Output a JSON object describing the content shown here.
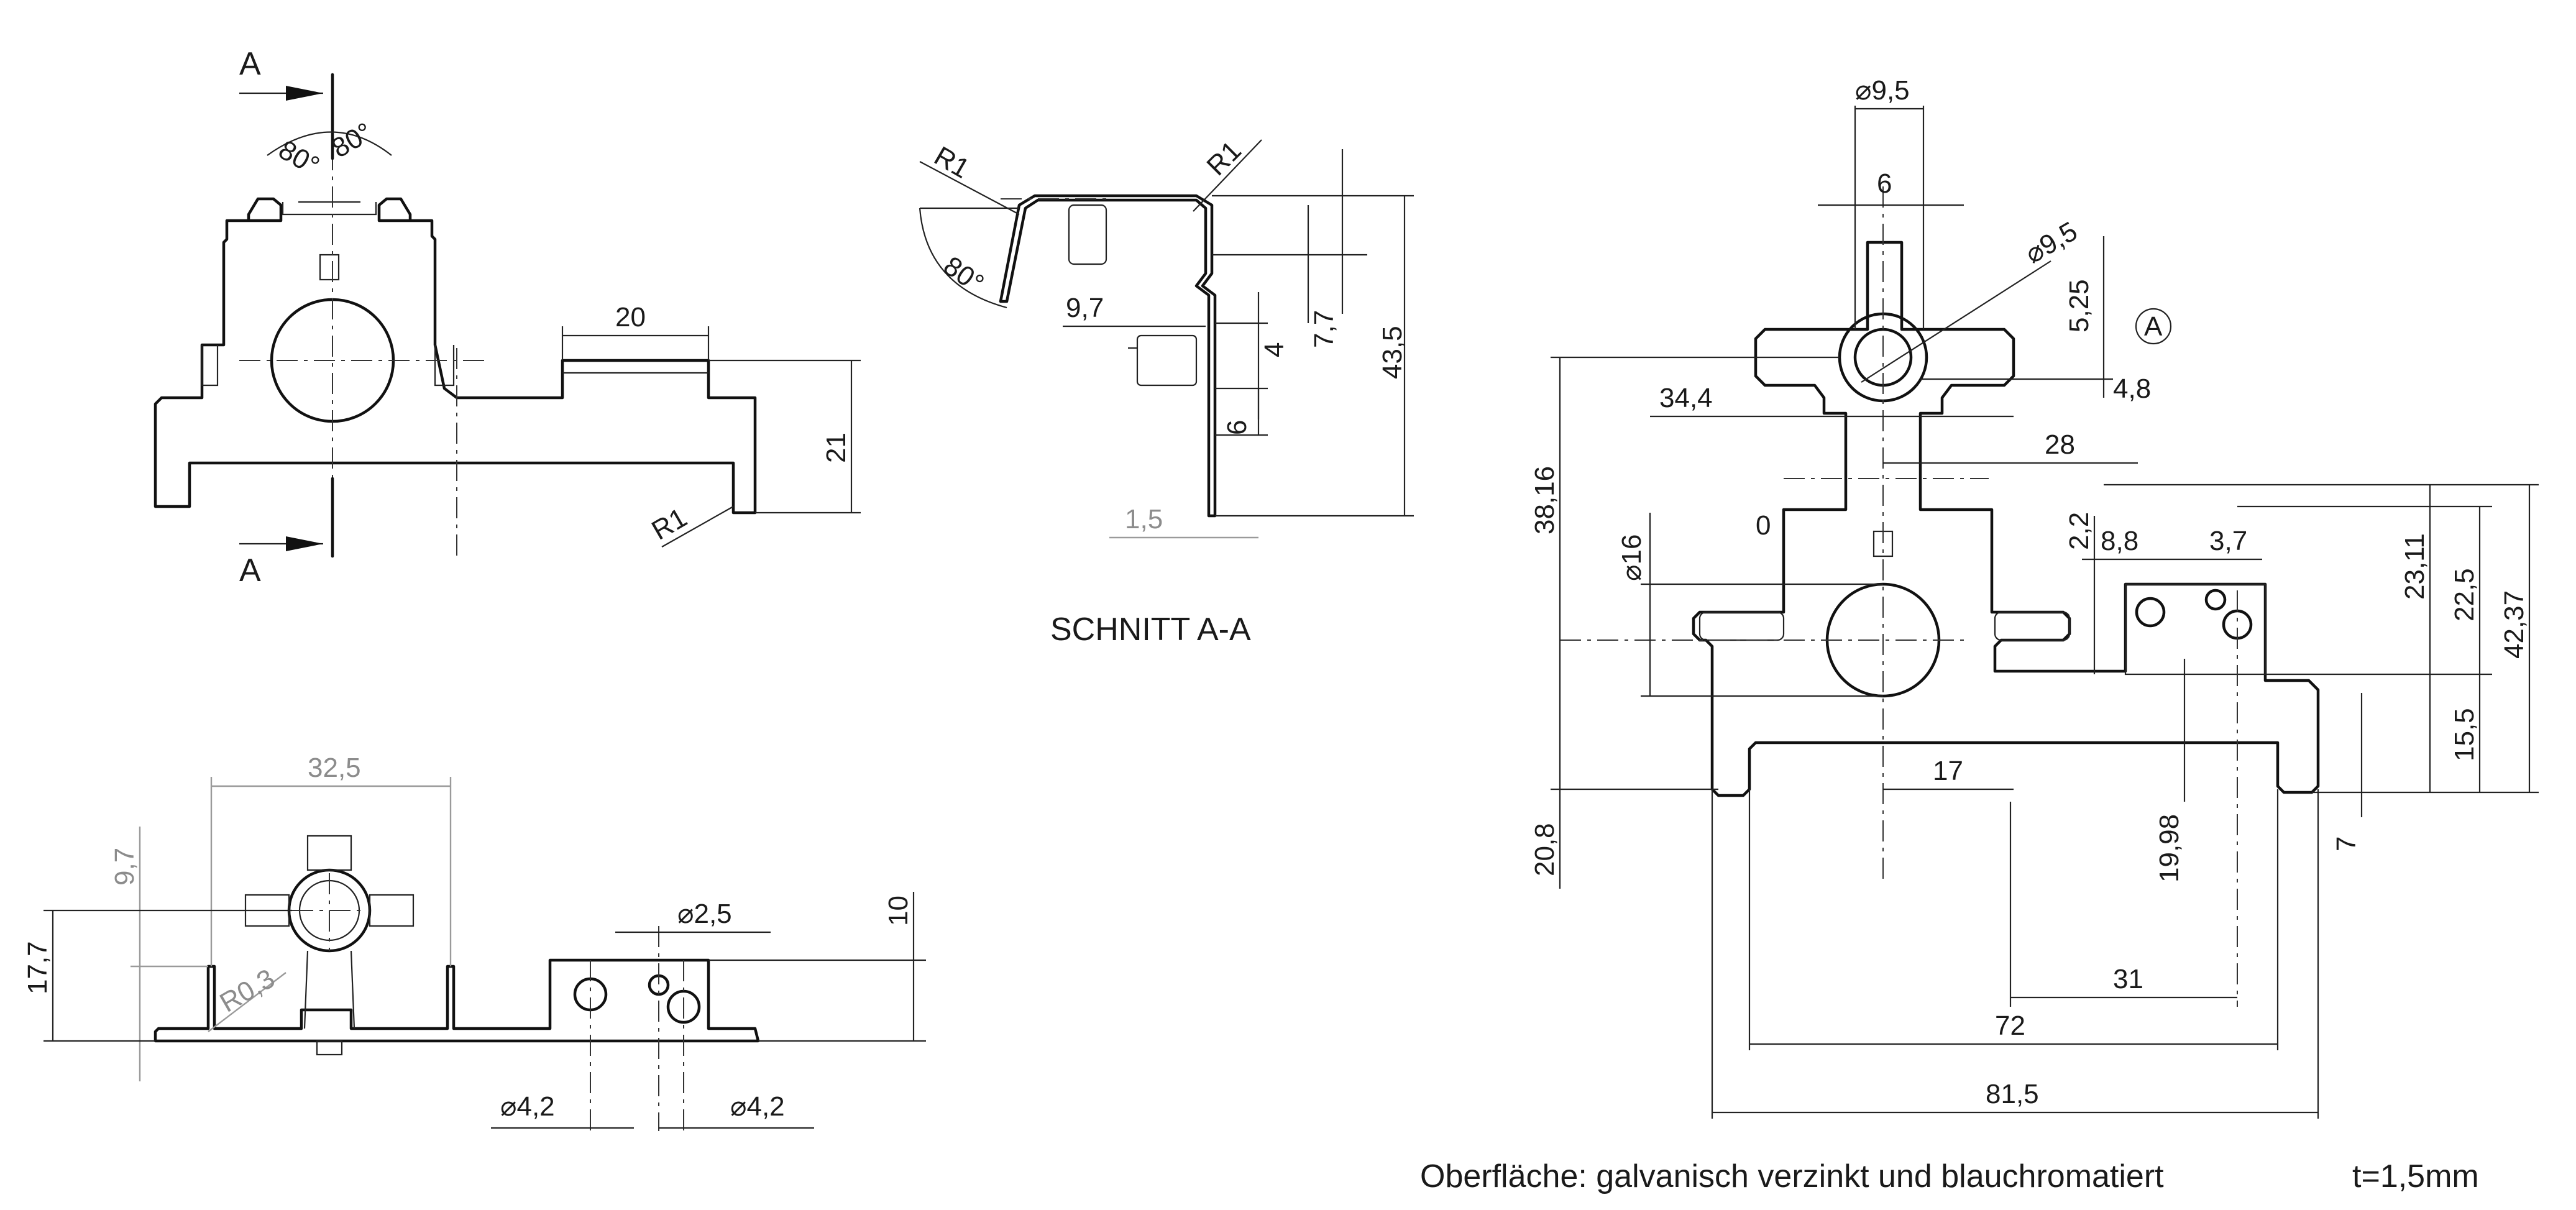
{
  "section_marks": {
    "a_top": "A",
    "a_bottom": "A"
  },
  "section_title": "SCHNITT A-A",
  "datum_label": "A",
  "view_front": {
    "angle_left": "80°",
    "angle_right": "80°",
    "dim_width": "20",
    "dim_height": "21",
    "radius": "R1"
  },
  "view_section": {
    "radius_left": "R1",
    "radius_right": "R1",
    "angle": "80°",
    "dim_97": "9,7",
    "dim_4": "4",
    "dim_77": "7,7",
    "dim_435": "43,5",
    "dim_6": "6",
    "dim_15": "1,5"
  },
  "view_bottom": {
    "dim_325": "32,5",
    "dim_97": "9,7",
    "dim_177": "17,7",
    "radius": "R0,3",
    "dim_hole_small": "⌀2,5",
    "dim_10": "10",
    "dim_hole_left": "⌀4,2",
    "dim_hole_right": "⌀4,2"
  },
  "view_main": {
    "dim_top_hole": "⌀9,5",
    "dim_6": "6",
    "dim_hole_diag": "⌀9,5",
    "dim_525": "5,25",
    "dim_48": "4,8",
    "dim_344": "34,4",
    "dim_28": "28",
    "dim_3816": "38,16",
    "dim_zero": "0",
    "dim_16": "⌀16",
    "dim_22": "2,2",
    "dim_88": "8,8",
    "dim_37": "3,7",
    "dim_2311": "23,11",
    "dim_225": "22,5",
    "dim_4237": "42,37",
    "dim_155": "15,5",
    "dim_17": "17",
    "dim_1998": "19,98",
    "dim_7": "7",
    "dim_208": "20,8",
    "dim_31": "31",
    "dim_72": "72",
    "dim_815": "81,5"
  },
  "notes": {
    "surface": "Oberfläche: galvanisch verzinkt  und blauchromatiert",
    "thickness": "t=1,5mm"
  }
}
